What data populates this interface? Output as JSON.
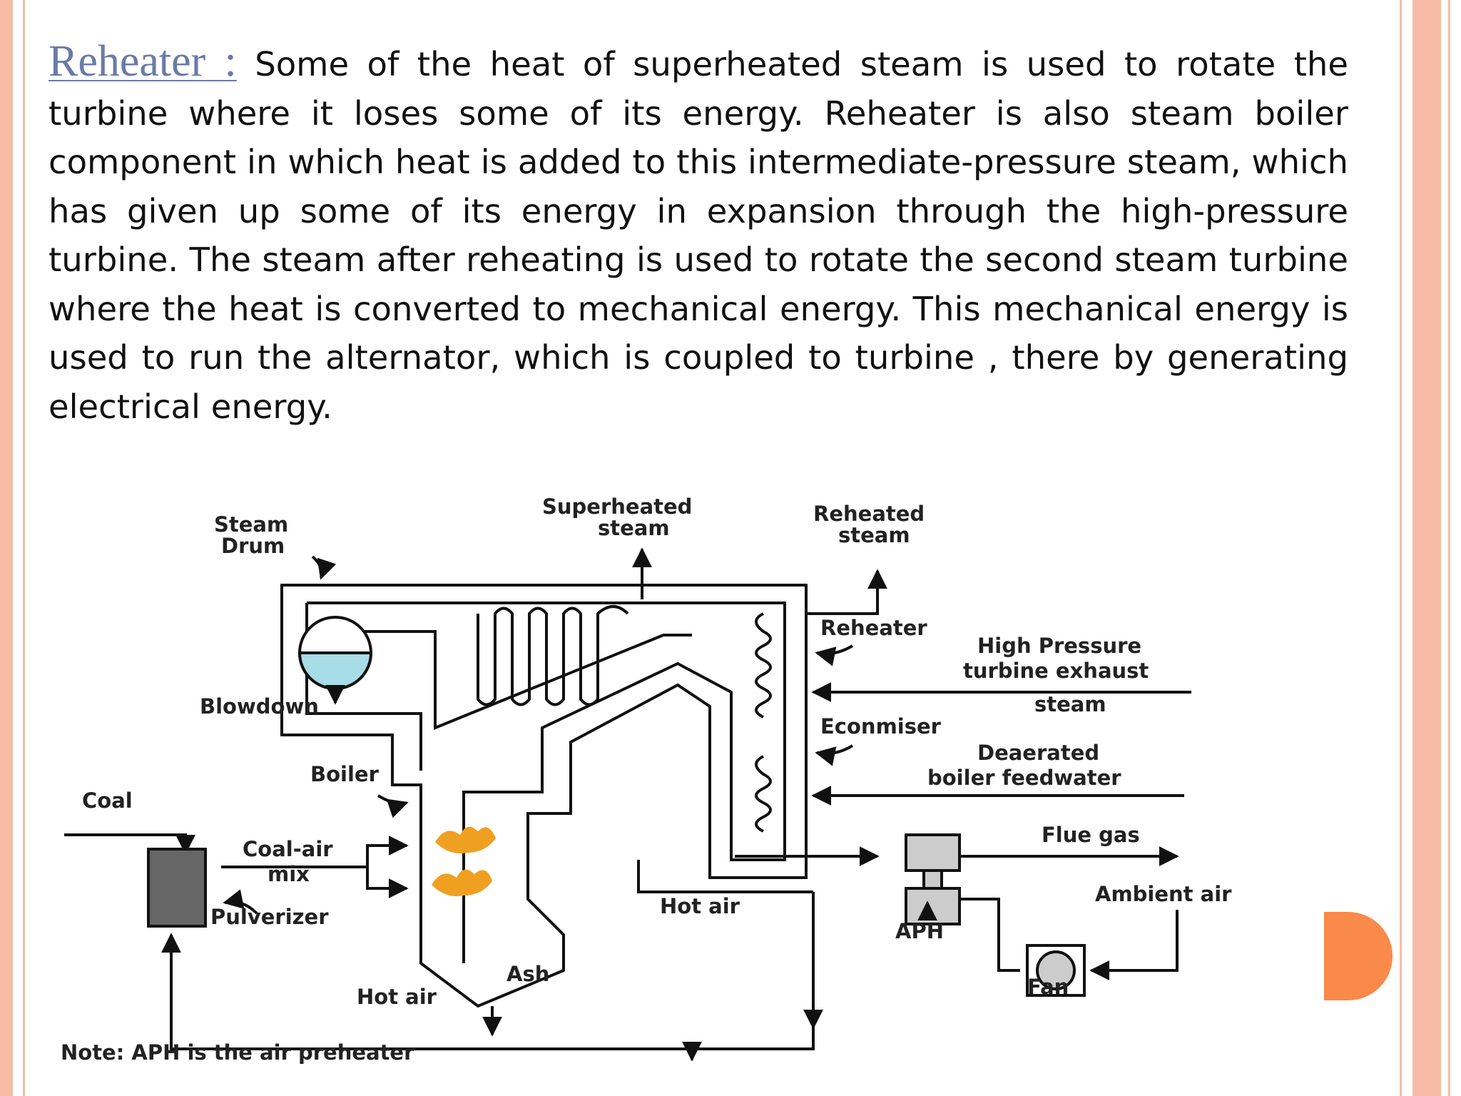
{
  "slide": {
    "term": "Reheater :",
    "paragraph": "Some of the heat of superheated steam is used to rotate the turbine where it loses some of its energy. Reheater is also steam boiler component in which heat is added to this intermediate-pressure steam, which has given up some of its energy in expansion through the high-pressure turbine. The steam after reheating is used to rotate the second steam turbine where the heat is converted to mechanical energy. This mechanical energy is used to run the alternator, which is coupled to turbine , there by generating electrical energy."
  },
  "diagram": {
    "labels": {
      "steam_drum_1": "Steam",
      "steam_drum_2": "Drum",
      "superheated_1": "Superheated",
      "superheated_2": "steam",
      "reheated_1": "Reheated",
      "reheated_2": "steam",
      "reheater": "Reheater",
      "hp_exhaust_1": "High Pressure",
      "hp_exhaust_2": "turbine exhaust",
      "hp_exhaust_3": "steam",
      "blowdown": "Blowdown",
      "economiser": "Econmiser",
      "deaerated_1": "Deaerated",
      "deaerated_2": "boiler feedwater",
      "boiler": "Boiler",
      "coal": "Coal",
      "coal_air_1": "Coal-air",
      "coal_air_2": "mix",
      "flue_gas": "Flue gas",
      "pulverizer": "Pulverizer",
      "hot_air_mid": "Hot air",
      "ambient_air": "Ambient air",
      "aph": "APH",
      "ash": "Ash",
      "fan": "Fan",
      "hot_air_bottom": "Hot air",
      "note": "Note: APH is the air preheater"
    },
    "colors": {
      "water": "#a8dce6",
      "flame": "#f0a020",
      "pulverizer": "#666666",
      "aph": "#cccccc",
      "line": "#111111"
    }
  }
}
